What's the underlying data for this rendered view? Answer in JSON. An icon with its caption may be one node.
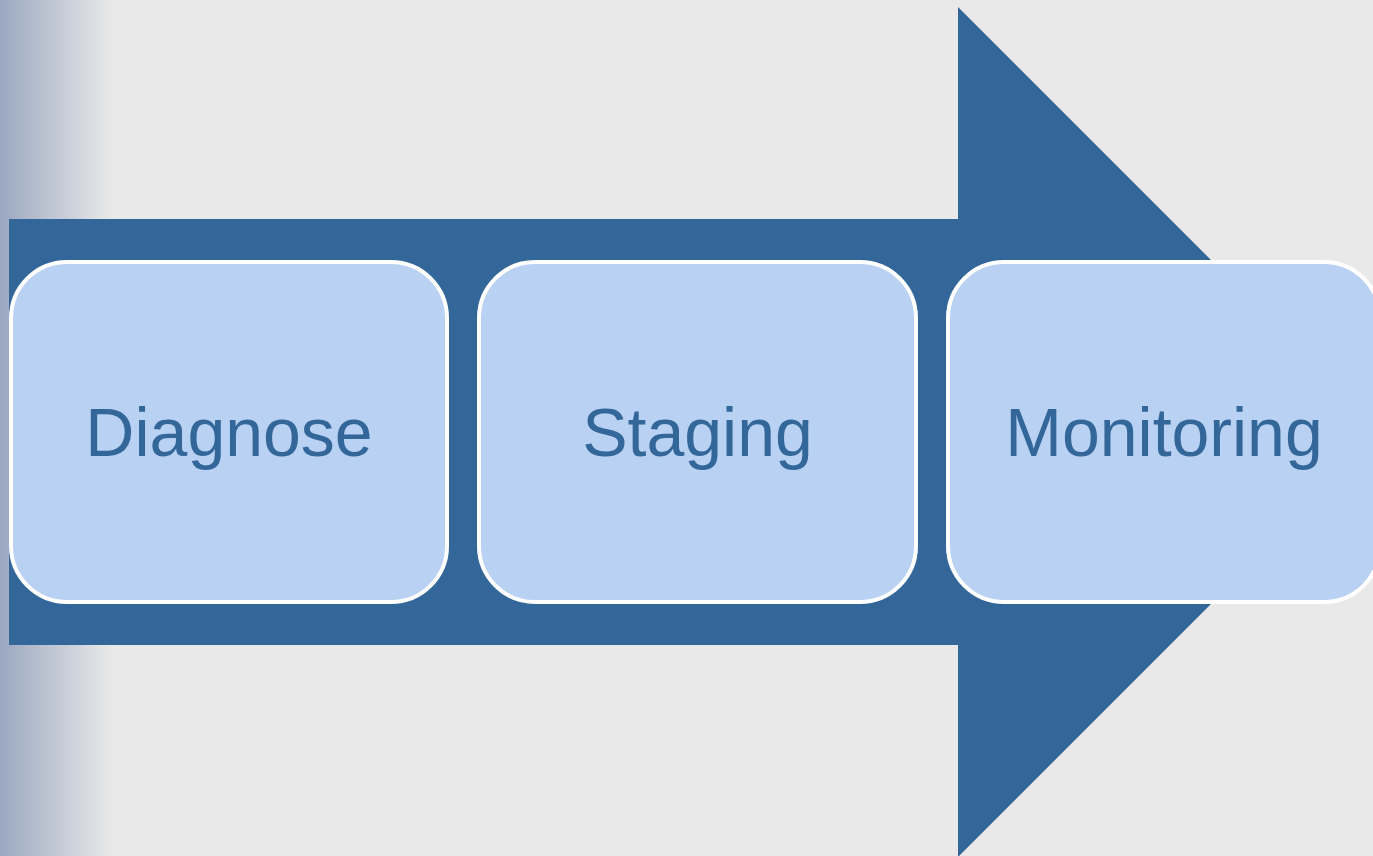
{
  "diagram": {
    "nodes": [
      {
        "text": [
          "Diagnose"
        ]
      },
      {
        "text": [
          "Staging"
        ]
      },
      {
        "text": [
          "Monitoring"
        ]
      }
    ],
    "edges": [
      {
        "from": 0,
        "to": 2,
        "arrow": "to"
      }
    ]
  }
}
